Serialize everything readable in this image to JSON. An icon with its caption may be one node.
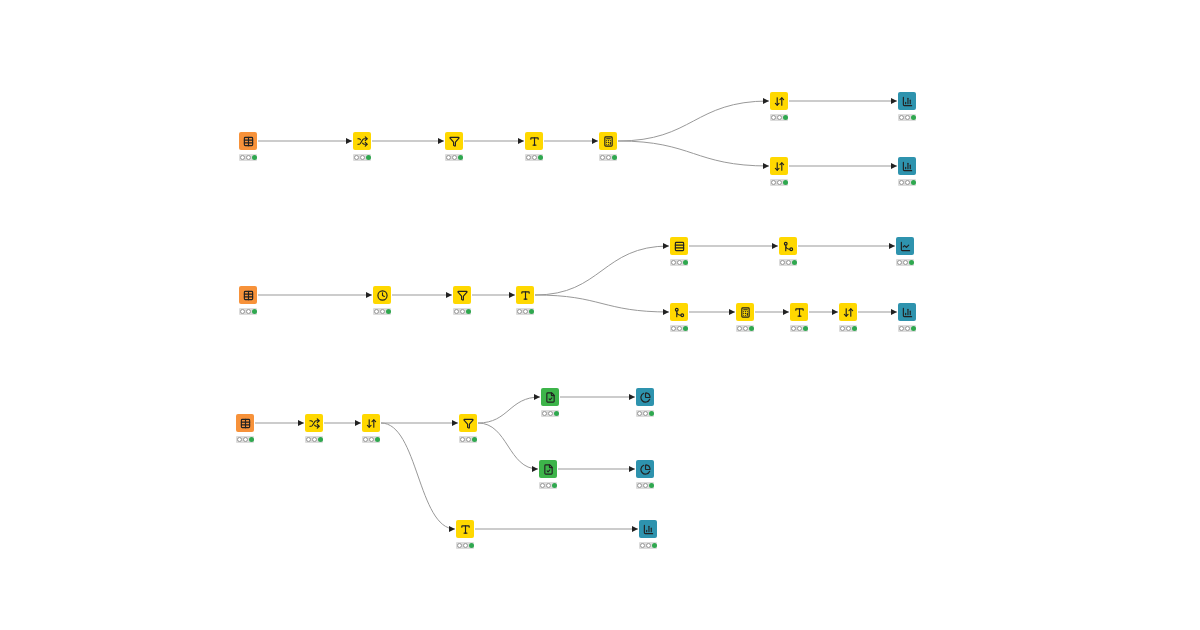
{
  "diagram": {
    "nodes": [
      {
        "text": [],
        "shape": "box"
      },
      {
        "text": [],
        "shape": "box"
      },
      {
        "text": [],
        "shape": "box"
      },
      {
        "text": [],
        "shape": "box"
      },
      {
        "text": [],
        "shape": "box"
      },
      {
        "text": [],
        "shape": "box"
      },
      {
        "text": [],
        "shape": "box"
      },
      {
        "text": [],
        "shape": "box"
      },
      {
        "text": [],
        "shape": "box"
      },
      {
        "text": [],
        "shape": "box"
      },
      {
        "text": [],
        "shape": "box"
      },
      {
        "text": [],
        "shape": "box"
      },
      {
        "text": [],
        "shape": "box"
      },
      {
        "text": [],
        "shape": "box"
      },
      {
        "text": [],
        "shape": "box"
      },
      {
        "text": [],
        "shape": "box"
      },
      {
        "text": [],
        "shape": "box"
      },
      {
        "text": [],
        "shape": "box"
      },
      {
        "text": [],
        "shape": "box"
      },
      {
        "text": [],
        "shape": "box"
      },
      {
        "text": [],
        "shape": "box"
      },
      {
        "text": [],
        "shape": "box"
      },
      {
        "text": [],
        "shape": "box"
      },
      {
        "text": [],
        "shape": "box"
      },
      {
        "text": [],
        "shape": "box"
      },
      {
        "text": [],
        "shape": "box"
      },
      {
        "text": [],
        "shape": "box"
      },
      {
        "text": [],
        "shape": "box"
      },
      {
        "text": [],
        "shape": "box"
      },
      {
        "text": [],
        "shape": "box"
      },
      {
        "text": [],
        "shape": "box"
      }
    ],
    "edges": [
      {
        "from": 0,
        "to": 1,
        "arrow": "to"
      },
      {
        "from": 1,
        "to": 2,
        "arrow": "to"
      },
      {
        "from": 2,
        "to": 3,
        "arrow": "to"
      },
      {
        "from": 3,
        "to": 4,
        "arrow": "to"
      },
      {
        "from": 4,
        "to": 5,
        "arrow": "to"
      },
      {
        "from": 4,
        "to": 7,
        "arrow": "to"
      },
      {
        "from": 5,
        "to": 6,
        "arrow": "to"
      },
      {
        "from": 7,
        "to": 8,
        "arrow": "to"
      },
      {
        "from": 9,
        "to": 10,
        "arrow": "to"
      },
      {
        "from": 10,
        "to": 11,
        "arrow": "to"
      },
      {
        "from": 11,
        "to": 12,
        "arrow": "to"
      },
      {
        "from": 12,
        "to": 13,
        "arrow": "to"
      },
      {
        "from": 12,
        "to": 16,
        "arrow": "to"
      },
      {
        "from": 13,
        "to": 14,
        "arrow": "to"
      },
      {
        "from": 14,
        "to": 15,
        "arrow": "to"
      },
      {
        "from": 16,
        "to": 17,
        "arrow": "to"
      },
      {
        "from": 17,
        "to": 18,
        "arrow": "to"
      },
      {
        "from": 18,
        "to": 19,
        "arrow": "to"
      },
      {
        "from": 19,
        "to": 20,
        "arrow": "to"
      },
      {
        "from": 21,
        "to": 22,
        "arrow": "to"
      },
      {
        "from": 22,
        "to": 23,
        "arrow": "to"
      },
      {
        "from": 23,
        "to": 24,
        "arrow": "to"
      },
      {
        "from": 23,
        "to": 29,
        "arrow": "to"
      },
      {
        "from": 24,
        "to": 25,
        "arrow": "to"
      },
      {
        "from": 24,
        "to": 27,
        "arrow": "to"
      },
      {
        "from": 25,
        "to": 26,
        "arrow": "to"
      },
      {
        "from": 27,
        "to": 28,
        "arrow": "to"
      },
      {
        "from": 29,
        "to": 30,
        "arrow": "to"
      }
    ]
  }
}
